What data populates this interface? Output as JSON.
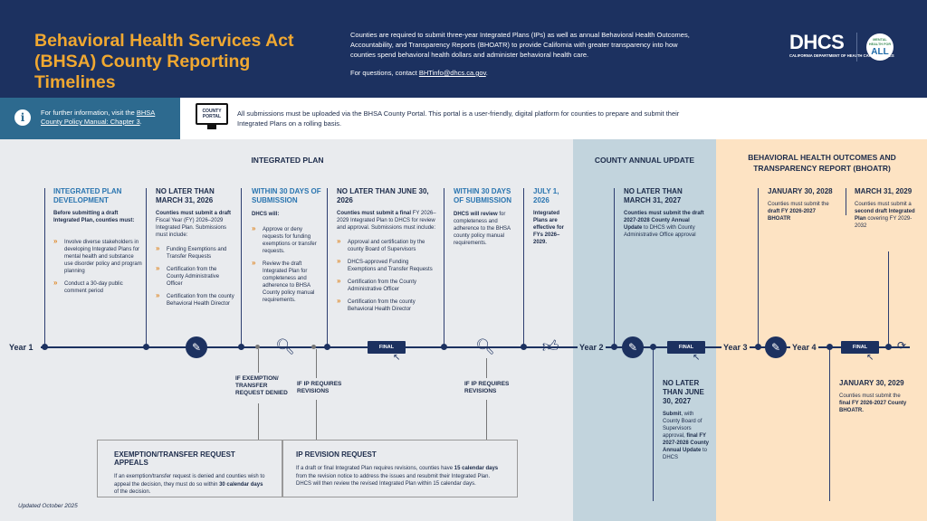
{
  "header": {
    "title_line1": "Behavioral Health Services Act",
    "title_line2": "(BHSA) County Reporting Timelines",
    "description": "Counties are required to submit three-year Integrated Plans (IPs) as well as annual Behavioral Health Outcomes, Accountability, and Transparency Reports (BHOATR) to provide California with greater transparency into how counties spend behavioral health dollars and administer behavioral health care.",
    "contact_prefix": "For questions, contact ",
    "contact_email": "BHTinfo@dhcs.ca.gov",
    "contact_suffix": ".",
    "logo_text": "DHCS",
    "logo_sub": "CALIFORNIA DEPARTMENT OF HEALTH CARE SERVICES",
    "badge_line1": "MENTAL HEALTH FOR",
    "badge_line2": "ALL"
  },
  "info": {
    "left_prefix": "For further information, visit the ",
    "left_link": "BHSA County Policy Manual: Chapter 3",
    "left_suffix": ".",
    "portal_label": "COUNTY PORTAL",
    "right_text": "All submissions must be uploaded via the BHSA County Portal. This portal is a user-friendly, digital platform for counties to prepare and submit their Integrated Plans on a rolling basis."
  },
  "sections": {
    "ip": "INTEGRATED PLAN",
    "county": "COUNTY ANNUAL UPDATE",
    "bho": "BEHAVIORAL HEALTH OUTCOMES AND TRANSPARENCY REPORT (BHOATR)"
  },
  "ms1": {
    "h": "INTEGRATED PLAN DEVELOPMENT",
    "b": "Before submitting a draft Integrated Plan, counties must:",
    "items": [
      "Involve diverse stakeholders in developing Integrated Plans for mental health and substance use disorder policy and program planning",
      "Conduct a 30-day public comment period"
    ]
  },
  "ms2": {
    "h": "NO LATER THAN MARCH 31, 2026",
    "b1": "Counties must submit a ",
    "b2": "draft",
    "b3": " Fiscal Year (FY) 2026–2029 Integrated Plan. Submissions must include:",
    "items": [
      "Funding Exemptions and Transfer Requests",
      "Certification from the County Administrative Officer",
      "Certification from the county Behavioral Health Director"
    ]
  },
  "ms3": {
    "h": "WITHIN 30 DAYS OF SUBMISSION",
    "b": "DHCS will:",
    "items": [
      "Approve or deny requests for funding exemptions or transfer requests.",
      "Review the draft Integrated Plan for completeness and adherence to BHSA County policy manual requirements."
    ]
  },
  "ms4": {
    "h": "NO LATER THAN JUNE 30, 2026",
    "b1": "Counties must submit a final",
    "b2": " FY 2026–2029 Integrated Plan to DHCS for review and approval. Submissions must include:",
    "items": [
      "Approval and certification by the county Board of Supervisors",
      "DHCS-approved Funding Exemptions and Transfer Requests",
      "Certification from the County Administrative Officer",
      "Certification from the county Behavioral Health Director"
    ]
  },
  "ms5": {
    "h": "WITHIN 30 DAYS OF SUBMISSION",
    "b1": "DHCS will review",
    "b2": " for completeness and adherence to the BHSA county policy manual requirements."
  },
  "ms6": {
    "h": "JULY 1, 2026",
    "b": "Integrated Plans are effective for FYs 2026–2029."
  },
  "ms7": {
    "h": "NO LATER THAN MARCH 31, 2027",
    "b1": "Counties must submit the draft 2027-2028 County Annual Update",
    "b2": " to DHCS with County Administrative Office approval"
  },
  "ms8": {
    "h": "NO LATER THAN JUNE 30, 2027",
    "b1": "Submit",
    "b2": ", with County Board of Supervisors approval, ",
    "b3": "final FY 2027-2028 County Annual Update",
    "b4": " to DHCS"
  },
  "ms9": {
    "h": "JANUARY 30, 2028",
    "b1": "Counties must submit the ",
    "b2": "draft FY 2026-2027 BHOATR"
  },
  "ms10": {
    "h": "MARCH 31, 2029",
    "b1": "Counties must submit a ",
    "b2": "second draft Integrated Plan",
    "b3": " covering FY 2029-2032"
  },
  "ms11": {
    "h": "JANUARY 30, 2029",
    "b1": "Counties must submit the ",
    "b2": "final FY 2026-2027 County BHOATR."
  },
  "timeline": {
    "y1": "Year 1",
    "y2": "Year 2",
    "y3": "Year 3",
    "y4": "Year 4",
    "final": "FINAL"
  },
  "branches": {
    "exemption": "IF EXEMPTION/ TRANSFER REQUEST DENIED",
    "rev1": "IF IP REQUIRES REVISIONS",
    "rev2": "IF IP REQUIRES REVISIONS"
  },
  "box1": {
    "h": "EXEMPTION/TRANSFER REQUEST APPEALS",
    "t1": "If an exemption/transfer request is denied and counties wish to appeal the decision, they must do so within ",
    "t2": "30 calendar days",
    "t3": " of the decision."
  },
  "box2": {
    "h": "IP REVISION REQUEST",
    "t1": "If a draft or final Integrated Plan requires revisions, counties have ",
    "t2": "15 calendar days",
    "t3": " from the revision notice to address the issues and resubmit their Integrated Plan. DHCS will then review the revised Integrated Plan within 15 calendar days."
  },
  "updated": "Updated October 2025"
}
